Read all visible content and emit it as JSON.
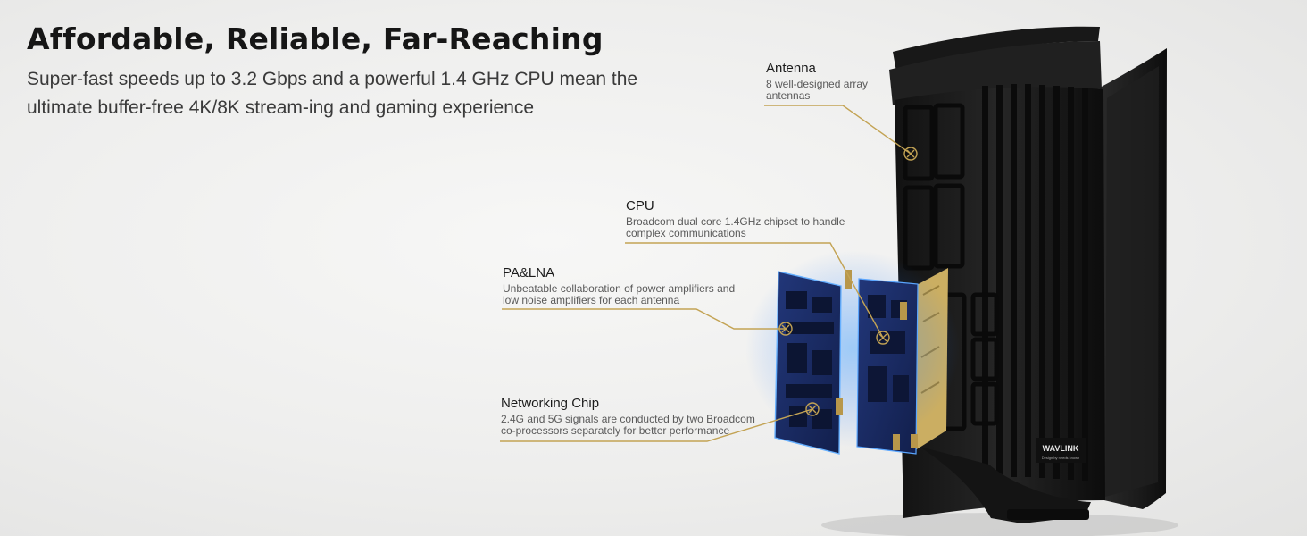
{
  "headline": "Affordable, Reliable, Far-Reaching",
  "subtitle": "Super-fast speeds up to 3.2 Gbps and a powerful 1.4 GHz CPU mean the ultimate buffer-free 4K/8K stream-ing and gaming experience",
  "callouts": {
    "antenna": {
      "title": "Antenna",
      "desc": "8 well-designed array\nantennas"
    },
    "cpu": {
      "title": "CPU",
      "desc": "Broadcom dual core 1.4GHz chipset to handle\ncomplex communications"
    },
    "pa_lna": {
      "title": "PA&LNA",
      "desc": "Unbeatable collaboration of power amplifiers and\nlow noise amplifiers for each antenna"
    },
    "networking_chip": {
      "title": "Networking Chip",
      "desc": "2.4G and 5G signals are conducted by two Broadcom\nco-processors separately for better performance"
    }
  },
  "brand": {
    "name": "WAVLINK",
    "tagline": "Design by needs known"
  },
  "colors": {
    "leader": "#c3a354",
    "device": "#1a1a1a",
    "board": "#1c2f6a",
    "glow": "#2a7bff",
    "gold_board": "#cbae62"
  }
}
